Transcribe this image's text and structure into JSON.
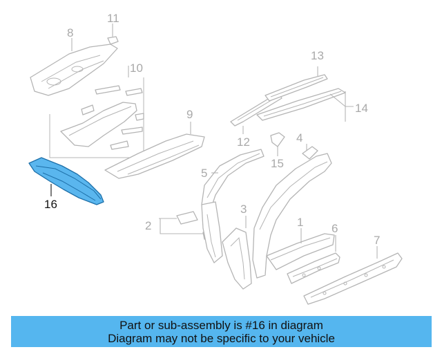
{
  "callouts": {
    "c1": "1",
    "c2": "2",
    "c3": "3",
    "c4": "4",
    "c5": "5",
    "c6": "6",
    "c7": "7",
    "c8": "8",
    "c9": "9",
    "c10": "10",
    "c11": "11",
    "c12": "12",
    "c13": "13",
    "c14": "14",
    "c15": "15",
    "c16": "16"
  },
  "highlighted_part": "16",
  "banner": {
    "line1": "Part or sub-assembly is #16 in diagram",
    "line2": "Diagram may not be specific to your vehicle",
    "background": "#55b6ef"
  },
  "colors": {
    "highlight": "#5ab6ee",
    "line_art": "#b4b4b4"
  }
}
